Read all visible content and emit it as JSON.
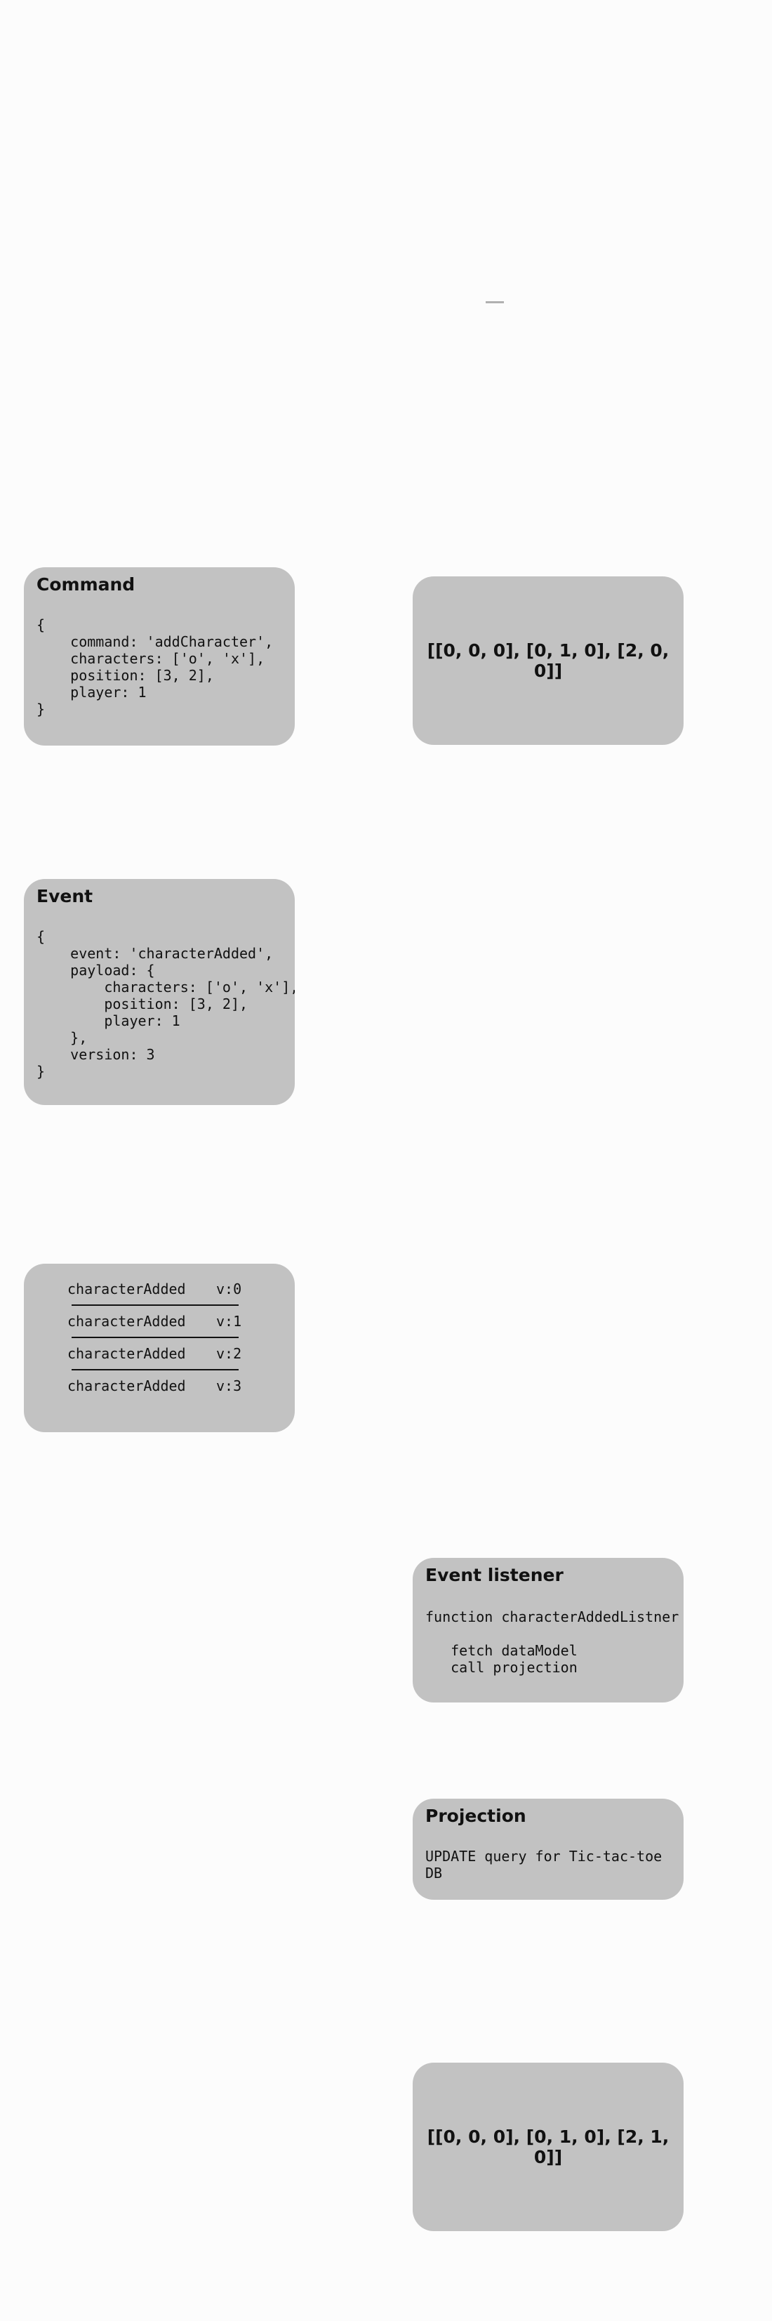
{
  "command": {
    "title": "Command",
    "code": "{\n    command: 'addCharacter',\n    characters: ['o', 'x'],\n    position: [3, 2],\n    player: 1\n}"
  },
  "state_before": {
    "text": "[[0, 0, 0], [0, 1, 0], [2, 0, 0]]"
  },
  "event": {
    "title": "Event",
    "code": "{\n    event: 'characterAdded',\n    payload: {\n        characters: ['o', 'x'],\n        position: [3, 2],\n        player: 1\n    },\n    version: 3\n}"
  },
  "event_log": [
    {
      "name": "characterAdded",
      "version": "v:0"
    },
    {
      "name": "characterAdded",
      "version": "v:1"
    },
    {
      "name": "characterAdded",
      "version": "v:2"
    },
    {
      "name": "characterAdded",
      "version": "v:3"
    }
  ],
  "event_listener": {
    "title": "Event listener",
    "code": "function characterAddedListner\n\n   fetch dataModel\n   call projection"
  },
  "projection": {
    "title": "Projection",
    "code": "UPDATE query for Tic-tac-toe\nDB"
  },
  "state_after": {
    "text": "[[0, 0, 0], [0, 1, 0], [2, 1, 0]]"
  }
}
